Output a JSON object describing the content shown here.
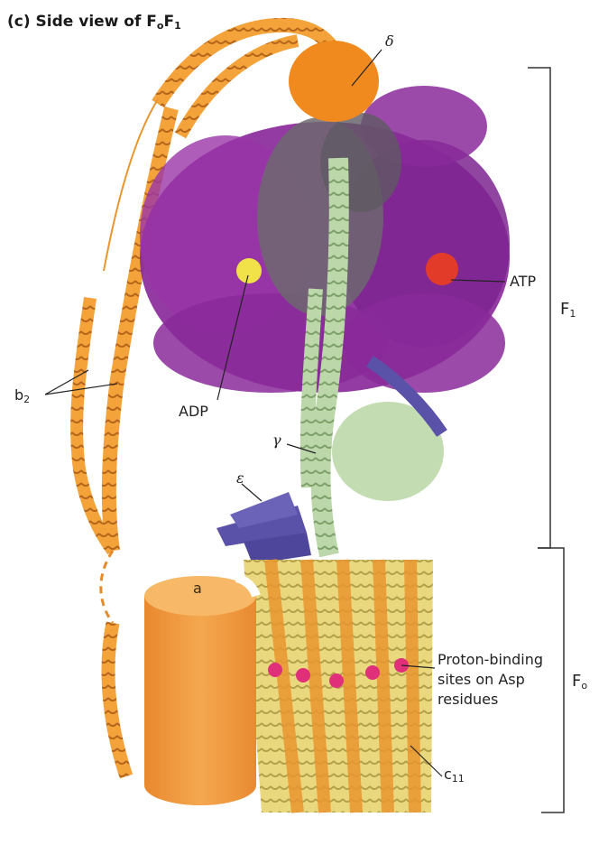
{
  "figure": {
    "panel": "(c)",
    "title_text": "Side view of F",
    "title_sub1": "o",
    "title_mid": "F",
    "title_sub2": "1"
  },
  "labels": {
    "delta": "δ",
    "atp": "ATP",
    "adp": "ADP",
    "b2_base": "b",
    "b2_sub": "2",
    "gamma": "γ",
    "epsilon": "ε",
    "a": "a",
    "proton_line1": "Proton-binding",
    "proton_line2": "sites on Asp",
    "proton_line3": "residues",
    "c11_base": "c",
    "c11_sub": "11",
    "f1_base": "F",
    "f1_sub": "1",
    "fo_base": "F",
    "fo_sub": "o"
  },
  "colors": {
    "alpha_beta": "#8a2a9a",
    "gamma": "#b9d6a6",
    "delta": "#f08a1e",
    "b_stalk": "#f3a33a",
    "epsilon": "#5a52a8",
    "a_subunit": "#f2a14b",
    "c_ring": "#e9d67a",
    "proton_sites": "#e0307a",
    "atp": "#e23b2a",
    "adp": "#f2e24a",
    "grey_core": "#6d6870"
  }
}
